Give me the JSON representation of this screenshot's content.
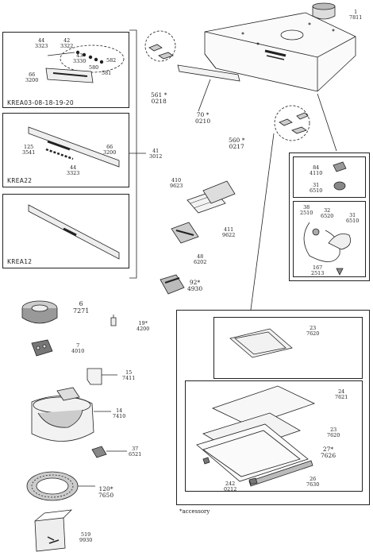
{
  "panels": {
    "krea03": "KREA03-08-18-19-20",
    "krea22": "KREA22",
    "krea12": "KREA12"
  },
  "parts": {
    "p1": {
      "num": "1",
      "code": "7811"
    },
    "p44a": {
      "num": "44",
      "code": "3323"
    },
    "p42": {
      "num": "42",
      "code": "3322"
    },
    "p43a": {
      "num": "43",
      "code": "3330"
    },
    "p580": {
      "num": "580",
      "code": ""
    },
    "p581": {
      "num": "581",
      "code": ""
    },
    "p582": {
      "num": "582",
      "code": ""
    },
    "p66a": {
      "num": "66",
      "code": "3200"
    },
    "p561": {
      "num": "561 *",
      "code": "0218"
    },
    "p70": {
      "num": "70 *",
      "code": "0210"
    },
    "p560": {
      "num": "560 *",
      "code": "0217"
    },
    "p125": {
      "num": "125",
      "code": "3541"
    },
    "p44b": {
      "num": "44",
      "code": "3323"
    },
    "p66b": {
      "num": "66",
      "code": "3200"
    },
    "p41": {
      "num": "41",
      "code": "3012"
    },
    "p410": {
      "num": "410",
      "code": "9623"
    },
    "p411": {
      "num": "411",
      "code": "9622"
    },
    "p48": {
      "num": "48",
      "code": "6202"
    },
    "p84": {
      "num": "84",
      "code": "4110"
    },
    "p31a": {
      "num": "31",
      "code": "6510"
    },
    "p38": {
      "num": "38",
      "code": "2510"
    },
    "p32": {
      "num": "32",
      "code": "6520"
    },
    "p31b": {
      "num": "31",
      "code": "6510"
    },
    "p167": {
      "num": "167",
      "code": "2513"
    },
    "p6": {
      "num": "6",
      "code": "7271"
    },
    "p92": {
      "num": "92*",
      "code": "4930"
    },
    "p19": {
      "num": "19*",
      "code": "4200"
    },
    "p7": {
      "num": "7",
      "code": "4010"
    },
    "p15": {
      "num": "15",
      "code": "7411"
    },
    "p14": {
      "num": "14",
      "code": "7410"
    },
    "p37": {
      "num": "37",
      "code": "6521"
    },
    "p120": {
      "num": "120*",
      "code": "7650"
    },
    "p519": {
      "num": "519",
      "code": "9930"
    },
    "p23a": {
      "num": "23",
      "code": "7620"
    },
    "p24": {
      "num": "24",
      "code": "7621"
    },
    "p23b": {
      "num": "23",
      "code": "7620"
    },
    "p27": {
      "num": "27*",
      "code": "7626"
    },
    "p242": {
      "num": "242",
      "code": "0212"
    },
    "p26": {
      "num": "26",
      "code": "7630"
    }
  },
  "accessory_note": "*accessory"
}
